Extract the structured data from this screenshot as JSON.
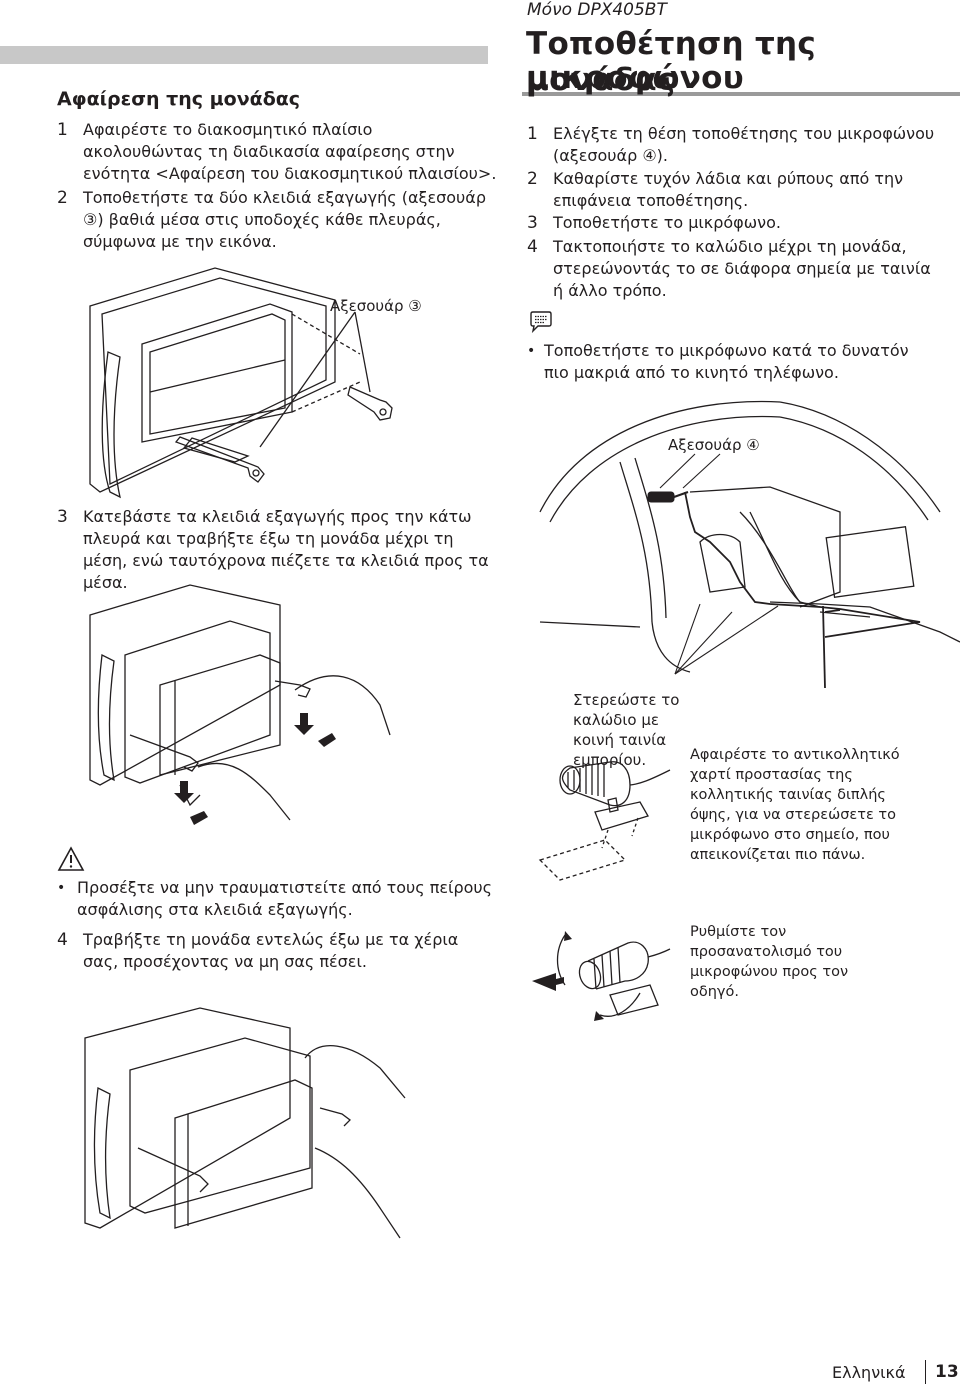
{
  "left": {
    "heading": "Αφαίρεση της μονάδας",
    "steps": [
      {
        "num": "1",
        "text": "Αφαιρέστε το διακοσμητικό πλαίσιο ακολουθώντας τη διαδικασία αφαίρεσης στην ενότητα <Αφαίρεση του διακοσμητικού πλαισίου>."
      },
      {
        "num": "2",
        "text": "Τοποθετήστε τα δύο κλειδιά εξαγωγής (αξεσουάρ ③) βαθιά μέσα στις υποδοχές κάθε πλευράς, σύμφωνα με την εικόνα."
      },
      {
        "num": "3",
        "text": "Κατεβάστε τα κλειδιά εξαγωγής προς την κάτω πλευρά και τραβήξτε έξω τη μονάδα μέχρι τη μέση, ενώ ταυτόχρονα πιέζετε τα κλειδιά προς τα μέσα."
      },
      {
        "num": "4",
        "text": "Τραβήξτε τη μονάδα εντελώς έξω με τα χέρια σας, προσέχοντας να μη σας πέσει."
      }
    ],
    "accessory_label": "Αξεσουάρ ③",
    "caution_icon": "warning-triangle-icon",
    "caution_text": "Προσέξτε να μην τραυματιστείτε από τους πείρους ασφάλισης στα κλειδιά εξαγωγής."
  },
  "right": {
    "model": "Μόνο DPX405BT",
    "heading_line1": "Τοποθέτηση της μονάδας",
    "heading_line2": "μικροφώνου",
    "steps": [
      {
        "num": "1",
        "text": "Ελέγξτε τη θέση τοποθέτησης του μικροφώνου (αξεσουάρ ④)."
      },
      {
        "num": "2",
        "text": "Καθαρίστε τυχόν λάδια και ρύπους από την επιφάνεια τοποθέτησης."
      },
      {
        "num": "3",
        "text": "Τοποθετήστε το μικρόφωνο."
      },
      {
        "num": "4",
        "text": "Τακτοποιήστε το καλώδιο μέχρι τη μονάδα, στερεώνοντάς το σε διάφορα σημεία με ταινία ή άλλο τρόπο."
      }
    ],
    "note_icon": "speech-bubble-note-icon",
    "note_text": "Τοποθετήστε το μικρόφωνο κατά το δυνατόν πιο μακριά από το κινητό τηλέφωνο.",
    "accessory_label": "Αξεσουάρ ④",
    "callout_secure": "Στερεώστε το καλώδιο με κοινή ταινία εμπορίου.",
    "callout_peel": "Αφαιρέστε το αντικολλητικό χαρτί προστασίας της κολλητικής ταινίας διπλής όψης, για να στερεώσετε το μικρόφωνο στο σημείο, που απεικονίζεται πιο πάνω.",
    "callout_orient": "Ρυθμίστε τον προσανατολισμό του μικροφώνου προς τον οδηγό."
  },
  "footer": {
    "language": "Ελληνικά",
    "page_number": "13"
  }
}
